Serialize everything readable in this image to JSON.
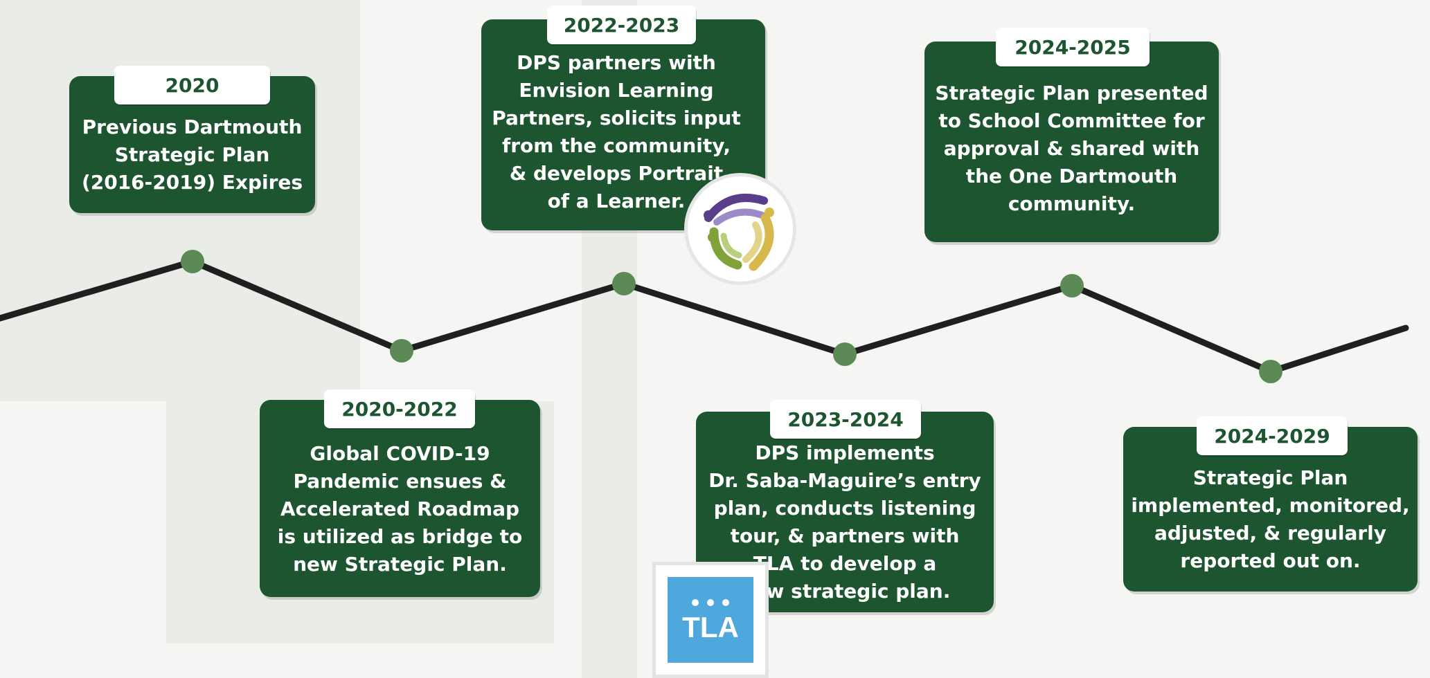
{
  "timeline": {
    "milestones": [
      {
        "id": "m2020",
        "year": "2020",
        "description": "Previous Dartmouth\nStrategic Plan\n(2016-2019) Expires"
      },
      {
        "id": "m2020_2022",
        "year": "2020-2022",
        "description": "Global COVID-19\nPandemic ensues &\nAccelerated Roadmap\nis utilized as bridge to\nnew Strategic Plan."
      },
      {
        "id": "m2022_2023",
        "year": "2022-2023",
        "description": "DPS partners with\nEnvision Learning\nPartners, solicits input\nfrom the community,\n& develops Portrait\nof a Learner."
      },
      {
        "id": "m2023_2024",
        "year": "2023-2024",
        "description": "DPS implements\nDr. Saba-Maguire’s entry\nplan, conducts listening\ntour, & partners with\nTLA to develop a\nnew strategic plan."
      },
      {
        "id": "m2024_2025",
        "year": "2024-2025",
        "description": "Strategic Plan presented\nto School Committee for\napproval & shared with\nthe One Dartmouth\ncommunity."
      },
      {
        "id": "m2024_2029",
        "year": "2024-2029",
        "description": "Strategic Plan\nimplemented, monitored,\nadjusted, & regularly\nreported out on."
      }
    ]
  },
  "logos": {
    "envision": {
      "icon": "envision-learning-logo-icon"
    },
    "tla": {
      "text": "TLA",
      "icon": "tla-logo-icon"
    }
  },
  "colors": {
    "card_green": "#1d5530",
    "node_green": "#5b8a56",
    "line": "#1f1f1f",
    "tla_blue": "#4fa8dd",
    "background": "#f5f6f3"
  }
}
